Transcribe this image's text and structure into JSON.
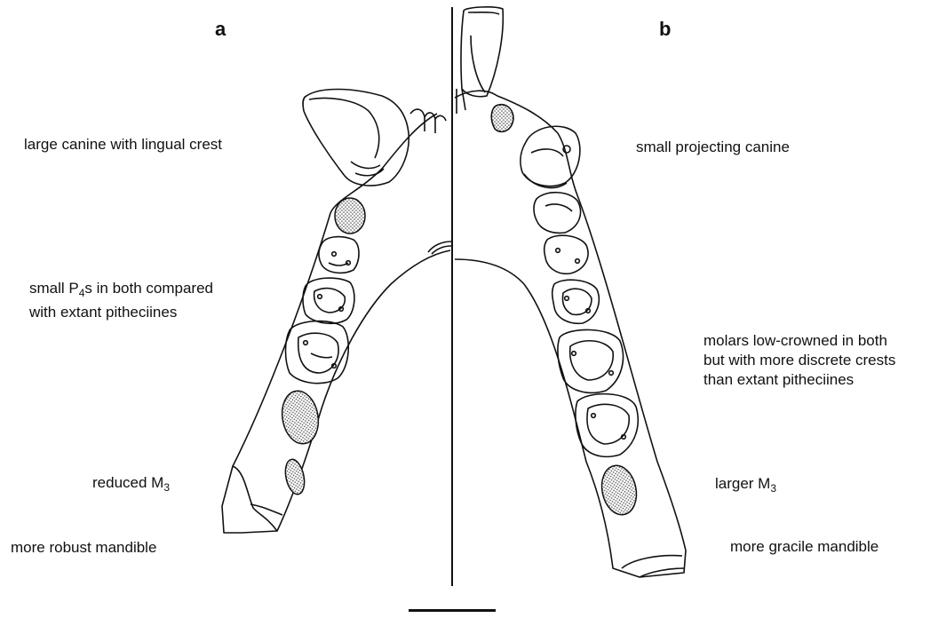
{
  "panels": {
    "a": "a",
    "b": "b"
  },
  "annotations": {
    "a_canine": "large canine with lingual crest",
    "a_p4_line1_pre": "small P",
    "a_p4_line1_sub": "4",
    "a_p4_line1_post": "s in both compared",
    "a_p4_line2": "with extant pitheciines",
    "a_m3_pre": "reduced M",
    "a_m3_sub": "3",
    "a_mandible": "more robust mandible",
    "b_canine": "small projecting canine",
    "b_molars_line1": "molars low-crowned in both",
    "b_molars_line2": "but with more discrete crests",
    "b_molars_line3": "than extant pitheciines",
    "b_m3_pre": "larger M",
    "b_m3_sub": "3",
    "b_mandible": "more gracile mandible"
  }
}
